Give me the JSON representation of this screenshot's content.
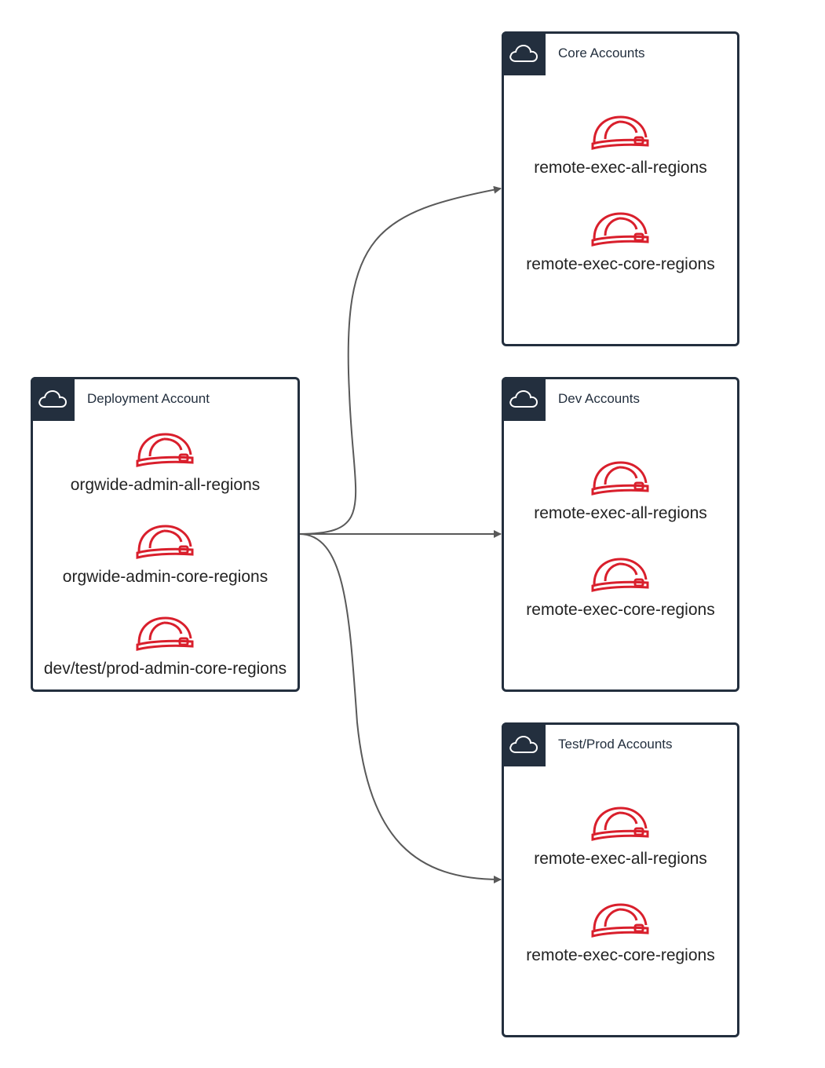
{
  "source": {
    "title": "Deployment Account",
    "roles": [
      "orgwide-admin-all-regions",
      "orgwide-admin-core-regions",
      "dev/test/prod-admin-core-regions"
    ]
  },
  "targets": [
    {
      "title": "Core Accounts",
      "roles": [
        "remote-exec-all-regions",
        "remote-exec-core-regions"
      ]
    },
    {
      "title": "Dev Accounts",
      "roles": [
        "remote-exec-all-regions",
        "remote-exec-core-regions"
      ]
    },
    {
      "title": "Test/Prod Accounts",
      "roles": [
        "remote-exec-all-regions",
        "remote-exec-core-regions"
      ]
    }
  ],
  "icons": {
    "box_header": "cloud-icon",
    "role": "hard-hat-icon"
  },
  "colors": {
    "header": "#232f3e",
    "role_icon": "#d91f2c",
    "connector": "#595959"
  }
}
